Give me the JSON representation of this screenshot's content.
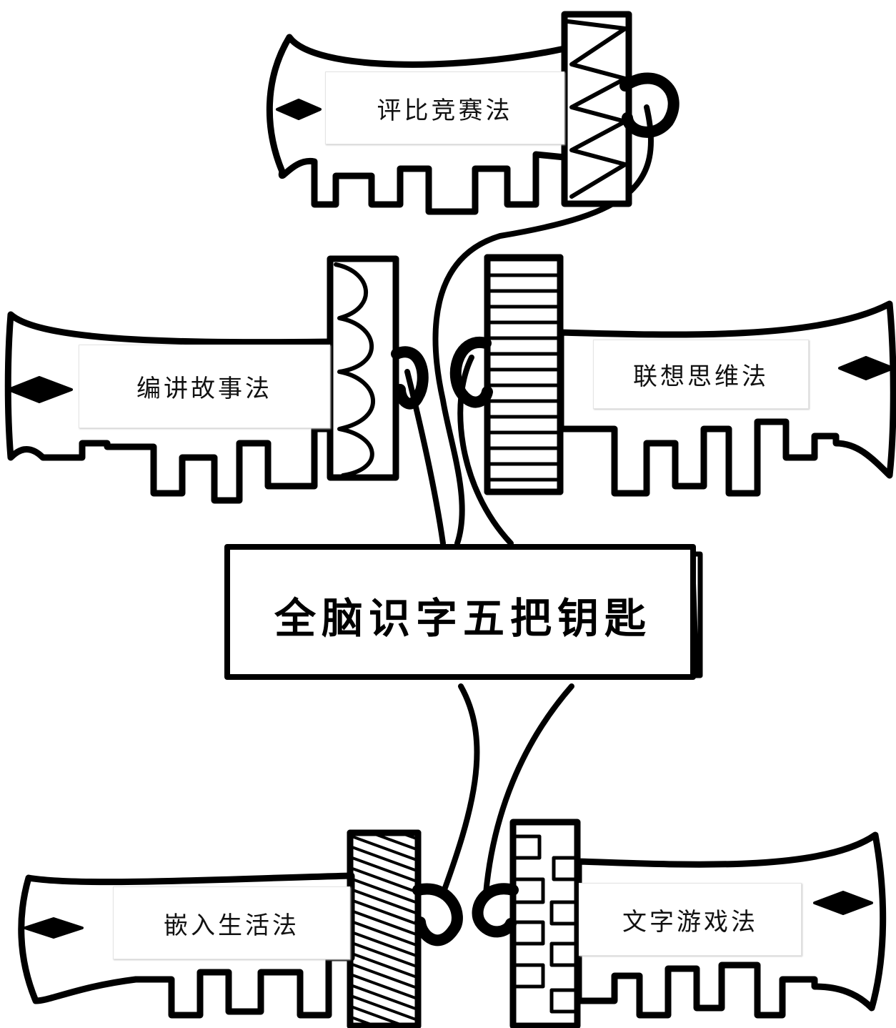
{
  "diagram": {
    "center_title": "全脑识字五把钥匙",
    "keys": [
      {
        "id": "top",
        "label": "评比竞赛法"
      },
      {
        "id": "left-middle",
        "label": "编讲故事法"
      },
      {
        "id": "right-middle",
        "label": "联想思维法"
      },
      {
        "id": "left-bottom",
        "label": "嵌入生活法"
      },
      {
        "id": "right-bottom",
        "label": "文字游戏法"
      }
    ],
    "colors": {
      "ink": "#000000",
      "paper": "#ffffff"
    }
  }
}
